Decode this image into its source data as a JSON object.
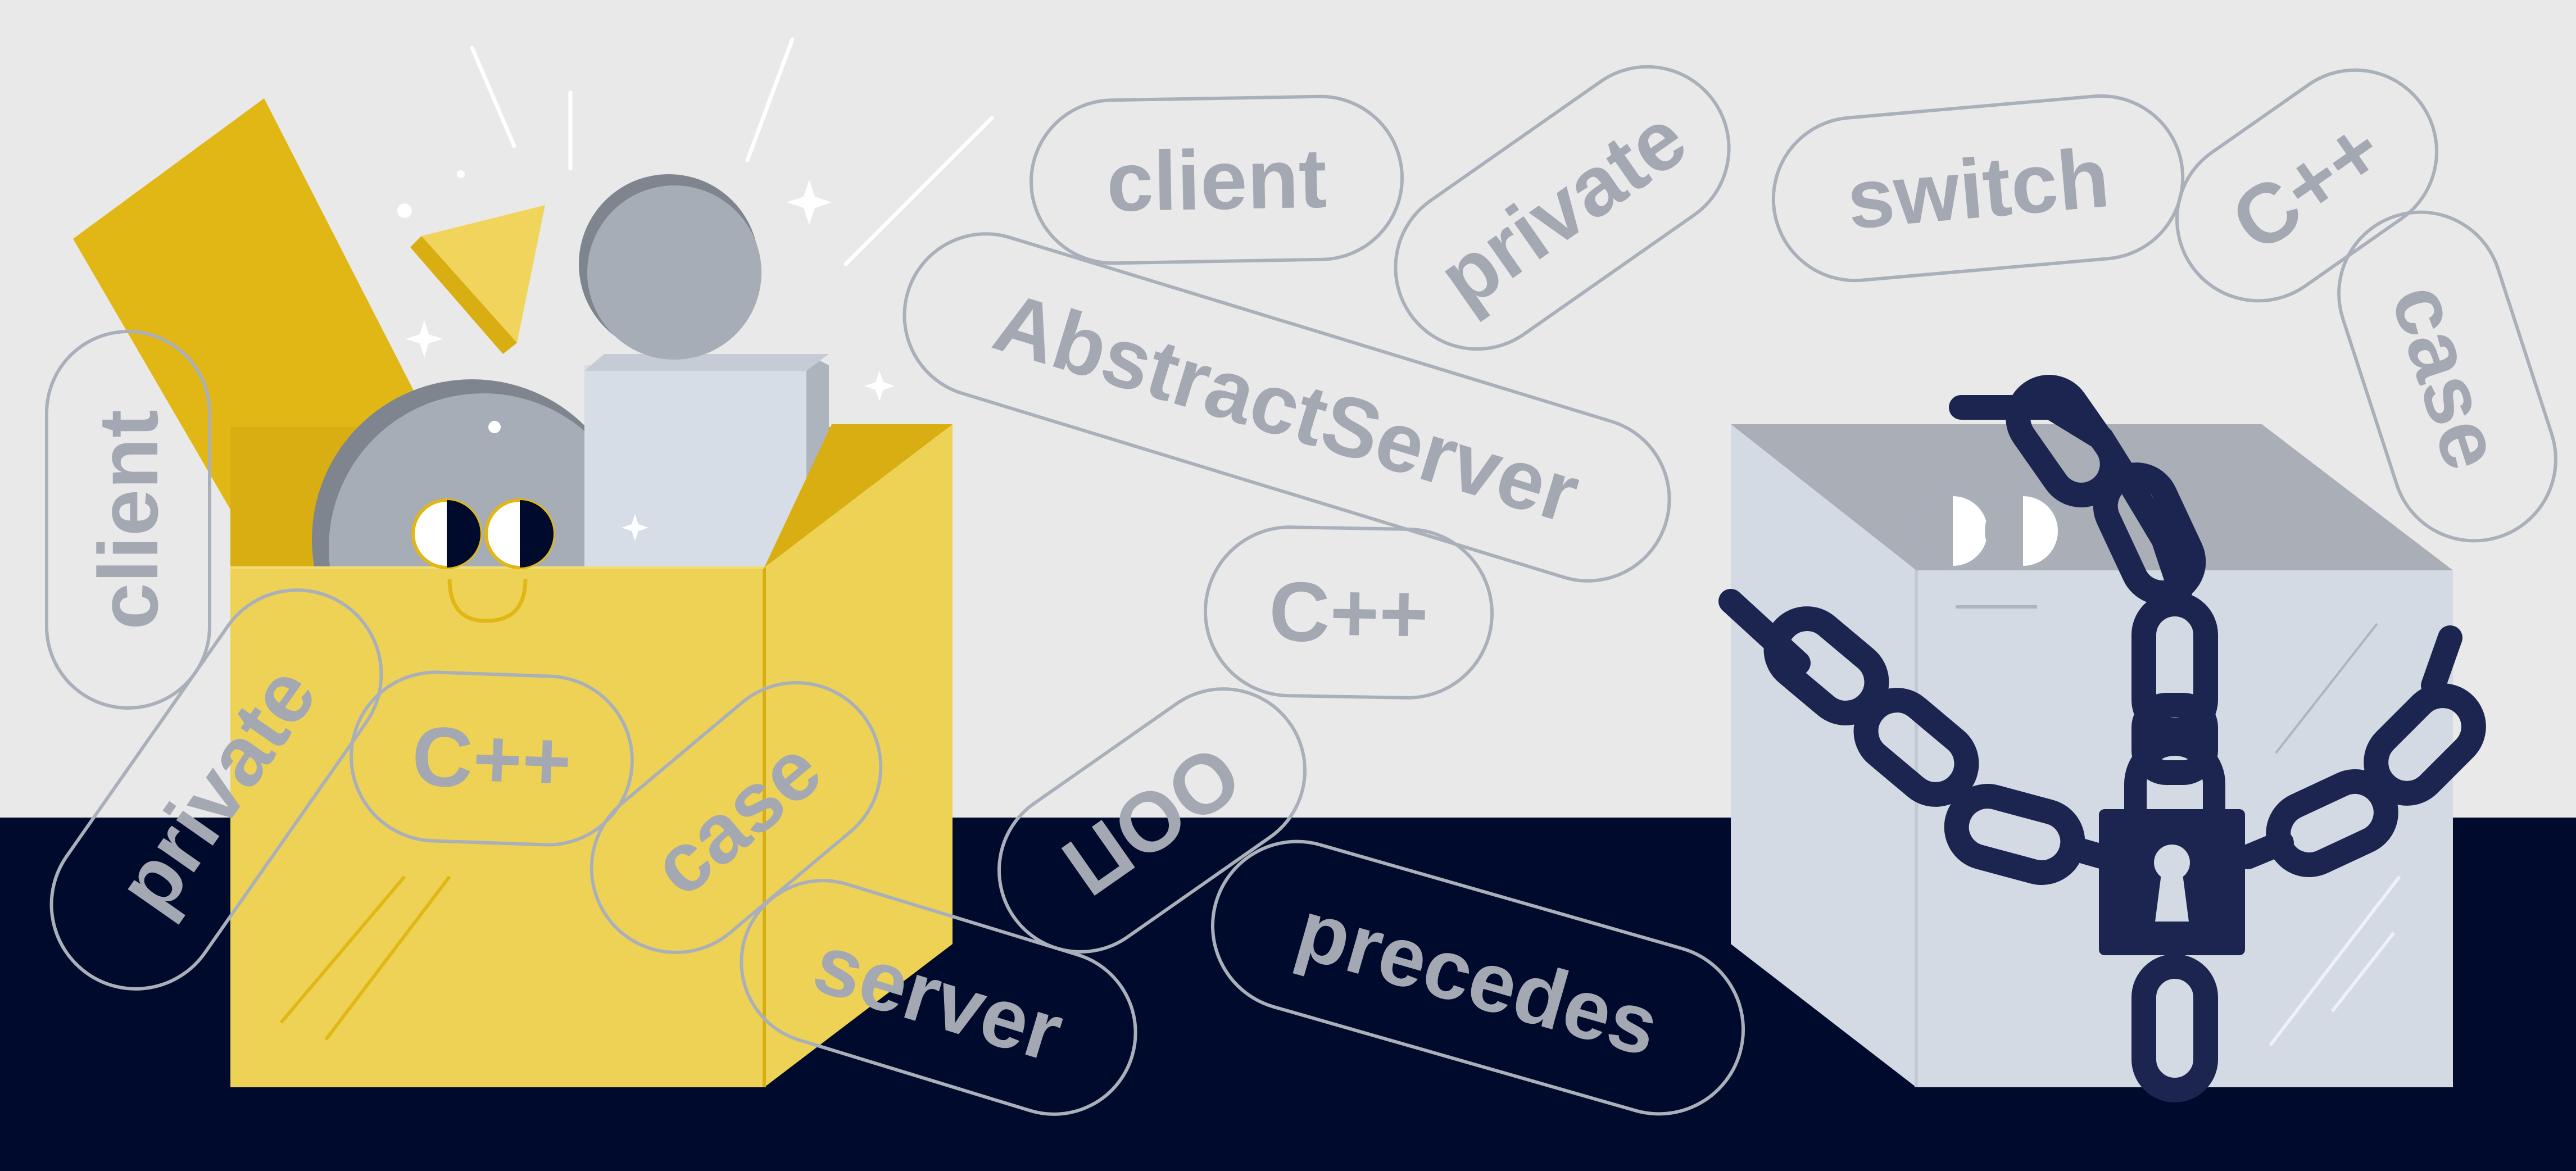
{
  "colors": {
    "background_top": "#e9e9e9",
    "background_floor": "#000a2d",
    "open_box_yellow": "#eed255",
    "open_box_dark": "#e0b715",
    "closed_box": "#d3dae3",
    "closed_box_top": "#aaaeb7",
    "chain": "#1c2550",
    "keyword_outline": "#aab0ba",
    "keyword_text": "#a3a8b3"
  },
  "keywords": [
    {
      "id": "client-top",
      "text": "client"
    },
    {
      "id": "private-top",
      "text": "private"
    },
    {
      "id": "switch",
      "text": "switch"
    },
    {
      "id": "cpp-top-right",
      "text": "C++"
    },
    {
      "id": "case-right",
      "text": "case"
    },
    {
      "id": "abstract-server",
      "text": "AbstractServer"
    },
    {
      "id": "client-left",
      "text": "client"
    },
    {
      "id": "cpp-middle",
      "text": "C++"
    },
    {
      "id": "private-left",
      "text": "private"
    },
    {
      "id": "cpp-box",
      "text": "C++"
    },
    {
      "id": "case-box",
      "text": "case"
    },
    {
      "id": "oop",
      "text": "ООП"
    },
    {
      "id": "server",
      "text": "server"
    },
    {
      "id": "precedes",
      "text": "precedes"
    }
  ],
  "icons": [
    "open-box-icon",
    "locked-box-icon",
    "padlock-icon",
    "chain-icon",
    "sparkle-icon"
  ]
}
